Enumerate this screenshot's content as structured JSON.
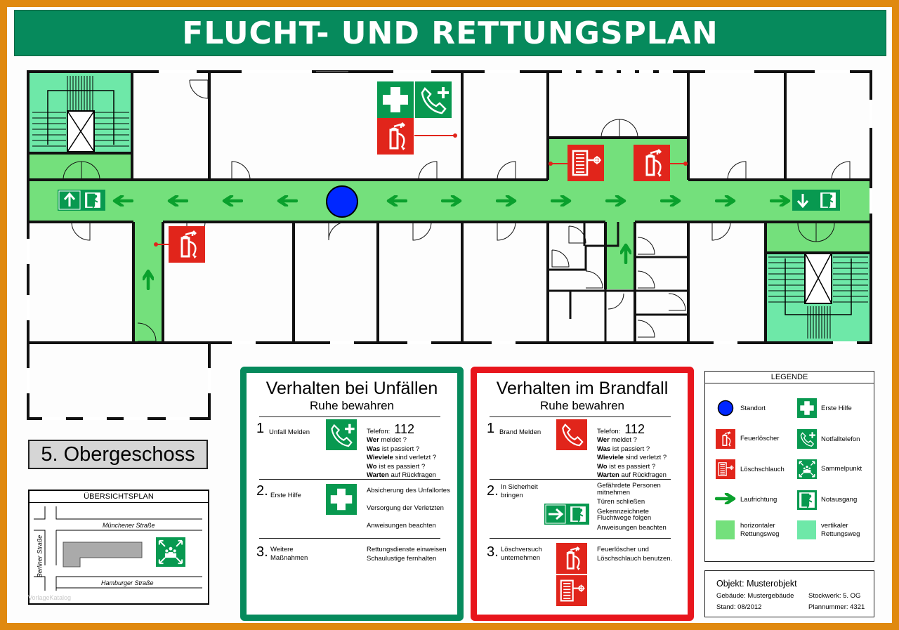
{
  "title": "FLUCHT- UND RETTUNGSPLAN",
  "floor": "5. Obergeschoss",
  "overview": {
    "title": "ÜBERSICHTSPLAN",
    "street_top": "Münchener Straße",
    "street_left": "Berliner Straße",
    "street_bottom": "Hamburger Straße"
  },
  "accidents": {
    "title": "Verhalten bei Unfällen",
    "subtitle": "Ruhe bewahren",
    "steps": [
      {
        "num": "1",
        "label": "Unfall Melden"
      },
      {
        "num": "2.",
        "label": "Erste Hilfe"
      },
      {
        "num": "3.",
        "label": "Weitere Maßnahmen"
      }
    ],
    "phone_label": "Telefon:",
    "phone": "112",
    "questions": [
      {
        "bold": "Wer",
        "rest": " meldet ?"
      },
      {
        "bold": "Was",
        "rest": " ist passiert ?"
      },
      {
        "bold": "Wieviele",
        "rest": " sind verletzt ?"
      },
      {
        "bold": "Wo",
        "rest": " ist es passiert ?"
      },
      {
        "bold": "Warten",
        "rest": " auf Rückfragen"
      }
    ],
    "first_aid": [
      "Absicherung des Unfallortes",
      "Versorgung der Verletzten",
      "Anweisungen beachten"
    ],
    "further": [
      "Rettungsdienste einweisen",
      "Schaulustige fernhalten"
    ]
  },
  "fire": {
    "title": "Verhalten im Brandfall",
    "subtitle": "Ruhe bewahren",
    "steps": [
      {
        "num": "1",
        "label": "Brand Melden"
      },
      {
        "num": "2.",
        "label": "In Sicherheit bringen"
      },
      {
        "num": "3.",
        "label": "Löschversuch unternehmen"
      }
    ],
    "phone_label": "Telefon:",
    "phone": "112",
    "questions": [
      {
        "bold": "Wer",
        "rest": " meldet ?"
      },
      {
        "bold": "Was",
        "rest": " ist passiert ?"
      },
      {
        "bold": "Wieviele",
        "rest": " sind verletzt ?"
      },
      {
        "bold": "Wo",
        "rest": " ist es passiert ?"
      },
      {
        "bold": "Warten",
        "rest": " auf Rückfragen"
      }
    ],
    "safety": [
      "Gefährdete Personen mitnehmen",
      "Türen schließen",
      "Gekennzeichnete Fluchtwege folgen",
      "Anweisungen beachten"
    ],
    "extinguish": [
      "Feuerlöscher und",
      "Löschschlauch benutzen."
    ]
  },
  "legend": {
    "title": "LEGENDE",
    "items": [
      {
        "icon": "standort-icon",
        "label": "Standort"
      },
      {
        "icon": "first-aid-icon",
        "label": "Erste Hilfe"
      },
      {
        "icon": "fire-extinguisher-icon",
        "label": "Feuerlöscher"
      },
      {
        "icon": "emergency-phone-icon",
        "label": "Notfalltelefon"
      },
      {
        "icon": "fire-hose-icon",
        "label": "Löschschlauch"
      },
      {
        "icon": "assembly-point-icon",
        "label": "Sammelpunkt"
      },
      {
        "icon": "arrow-icon",
        "label": "Laufrichtung"
      },
      {
        "icon": "emergency-exit-icon",
        "label": "Notausgang"
      },
      {
        "icon": "horizontal-route-swatch",
        "label": "horizontaler Rettungsweg"
      },
      {
        "icon": "vertical-route-swatch",
        "label": "vertikaler Rettungsweg"
      }
    ]
  },
  "object": {
    "title": "Objekt: Musterobjekt",
    "building": "Gebäude: Mustergebäude",
    "floor": "Stockwerk: 5. OG",
    "date": "Stand: 08/2012",
    "plan_no": "Plannummer: 4321"
  },
  "watermark": "VorlageKatalog",
  "colors": {
    "frame": "#e0890f",
    "header": "#068a5c",
    "sign_green": "#089950",
    "sign_red": "#e1251b",
    "route_horizontal": "#74e07c",
    "route_vertical": "#6ee8a8",
    "location": "#0027ff"
  }
}
